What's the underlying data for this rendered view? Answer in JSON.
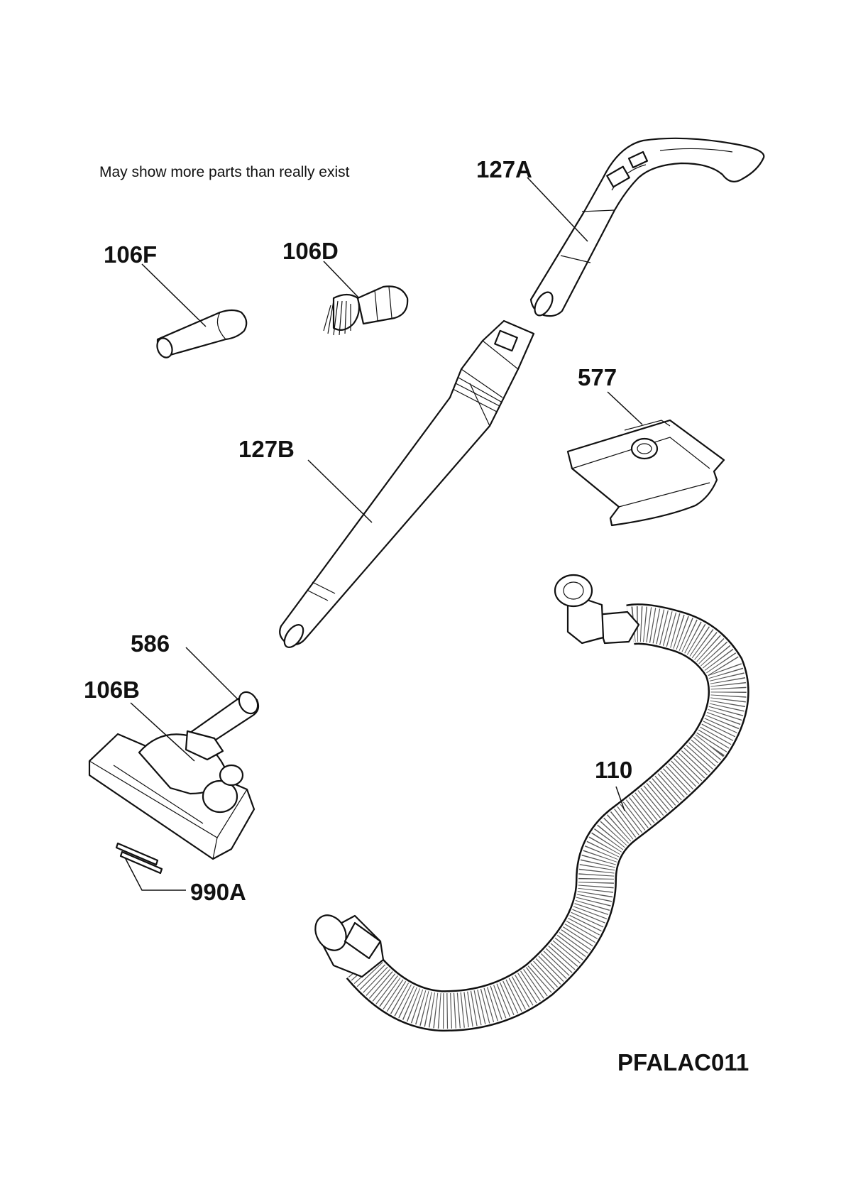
{
  "note": "May show more parts than really exist",
  "diagram_code": "PFALAC011",
  "callouts": {
    "p127A": "127A",
    "p106F": "106F",
    "p106D": "106D",
    "p577": "577",
    "p127B": "127B",
    "p586": "586",
    "p106B": "106B",
    "p110": "110",
    "p990A": "990A"
  }
}
